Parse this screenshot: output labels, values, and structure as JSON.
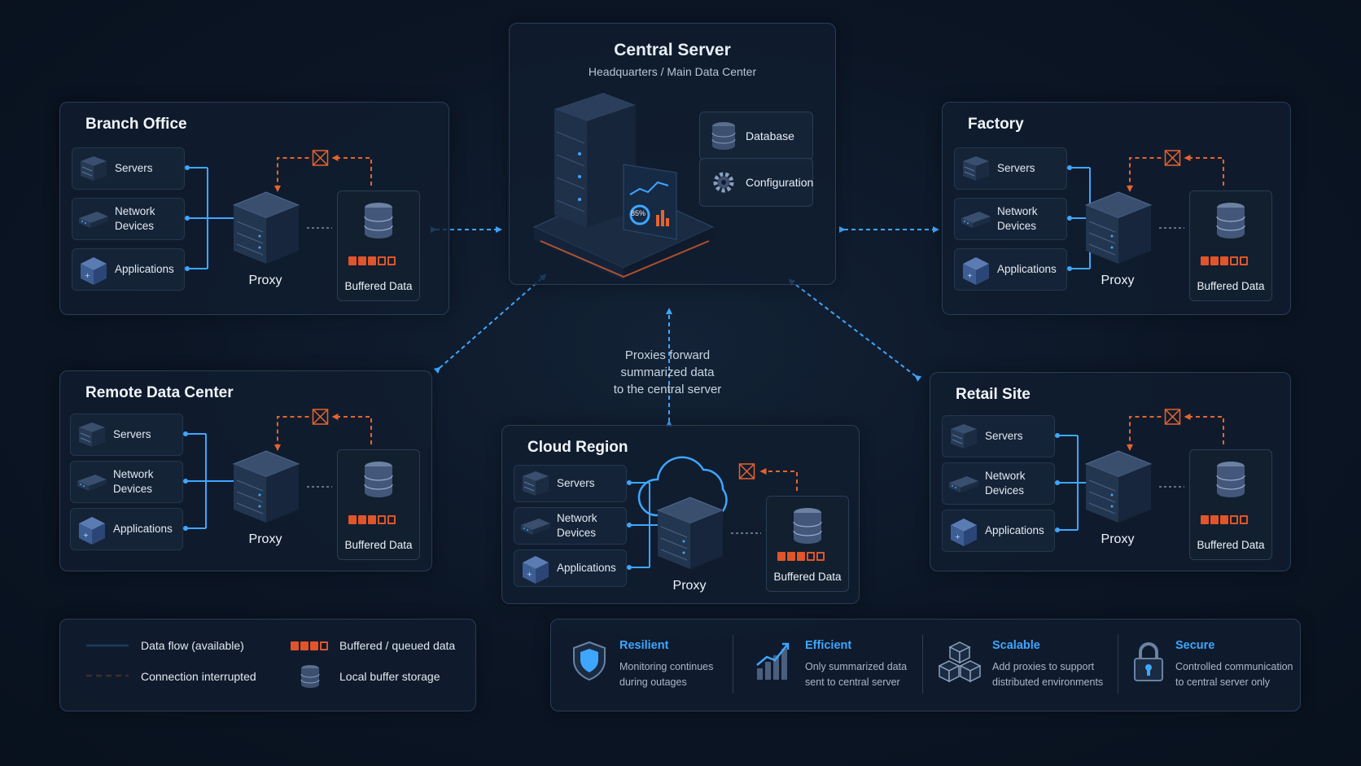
{
  "central": {
    "title": "Central Server",
    "subtitle": "Headquarters / Main Data Center",
    "gauge": "85%",
    "services": [
      {
        "label": "Database",
        "icon": "database-icon"
      },
      {
        "label": "Configuration",
        "icon": "gear-icon"
      }
    ]
  },
  "sites": {
    "branch": {
      "title": "Branch Office",
      "devices": [
        "Servers",
        "Network\nDevices",
        "Applications"
      ],
      "proxy": "Proxy",
      "buffer": "Buffered Data"
    },
    "factory": {
      "title": "Factory",
      "devices": [
        "Servers",
        "Network\nDevices",
        "Applications"
      ],
      "proxy": "Proxy",
      "buffer": "Buffered Data"
    },
    "remote": {
      "title": "Remote Data Center",
      "devices": [
        "Servers",
        "Network\nDevices",
        "Applications"
      ],
      "proxy": "Proxy",
      "buffer": "Buffered Data"
    },
    "retail": {
      "title": "Retail Site",
      "devices": [
        "Servers",
        "Network\nDevices",
        "Applications"
      ],
      "proxy": "Proxy",
      "buffer": "Buffered Data"
    },
    "cloud": {
      "title": "Cloud Region",
      "devices": [
        "Servers",
        "Network\nDevices",
        "Applications"
      ],
      "proxy": "Proxy",
      "buffer": "Buffered Data"
    }
  },
  "flow_note": "Proxies forward\nsummarized data\nto the central server",
  "legend": {
    "data_flow": "Data flow (available)",
    "interrupted": "Connection interrupted",
    "buffered": "Buffered / queued data",
    "local_buffer": "Local buffer storage"
  },
  "features": [
    {
      "title": "Resilient",
      "desc": "Monitoring continues\nduring outages",
      "icon": "shield-icon"
    },
    {
      "title": "Efficient",
      "desc": "Only summarized data\nsent to central server",
      "icon": "bar-chart-icon"
    },
    {
      "title": "Scalable",
      "desc": "Add proxies to support\ndistributed environments",
      "icon": "cubes-icon"
    },
    {
      "title": "Secure",
      "desc": "Controlled communication\nto central server only",
      "icon": "lock-icon"
    }
  ],
  "colors": {
    "flow": "#3fa6ff",
    "interrupted": "#e8632c",
    "panel": "#111e2f",
    "accent": "#3fa6ff"
  }
}
